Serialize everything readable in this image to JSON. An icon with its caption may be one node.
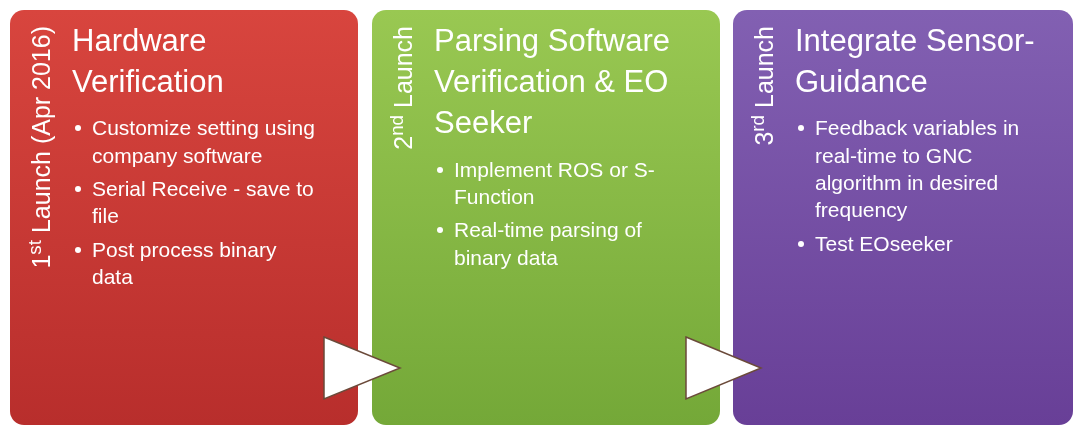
{
  "diagram": {
    "nodes": [
      {
        "text": [
          "1$^{st}$ Launch (Apr 2016)",
          "Hardware Verification",
          "Customize setting using company software",
          "Serial Receive - save to file",
          "Post process binary data"
        ]
      },
      {
        "text": [
          "2$^{nd}$ Launch",
          "Parsing Software Verification & EO Seeker",
          "Implement ROS or S-Function",
          "Real-time parsing of binary data"
        ]
      },
      {
        "text": [
          "3$^{rd}$ Launch",
          "Integrate Sensor-Guidance",
          "Feedback variables in real-time to GNC algorithm in desired frequency",
          "Test EOseeker"
        ]
      }
    ],
    "edges": [
      {
        "from": 0,
        "to": 1,
        "arrow": "to"
      },
      {
        "from": 1,
        "to": 2,
        "arrow": "to"
      }
    ]
  }
}
